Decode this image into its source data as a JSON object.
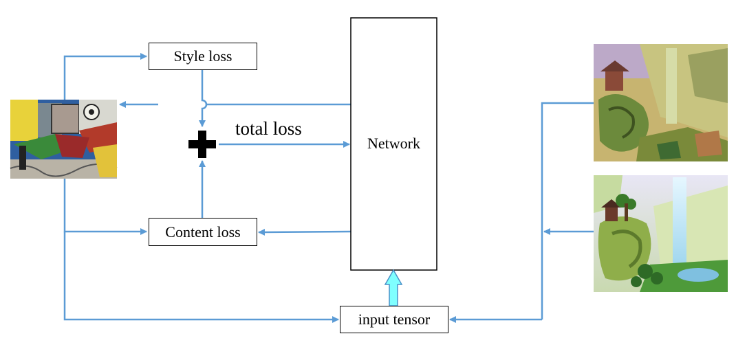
{
  "nodes": {
    "style_loss": "Style loss",
    "content_loss": "Content loss",
    "network": "Network",
    "input_tensor": "input tensor"
  },
  "edge_labels": {
    "total_loss": "total loss"
  },
  "images": {
    "style_image": "cubist-still-life-painting",
    "stylized_output": "stylized-waterfall-landscape",
    "content_image": "cartoon-waterfall-landscape"
  },
  "colors": {
    "arrow": "#5b9bd5",
    "up_arrow_fill": "#7fffff",
    "up_arrow_stroke": "#4a90c8",
    "box_border": "#000000",
    "plus_sign": "#000000"
  }
}
